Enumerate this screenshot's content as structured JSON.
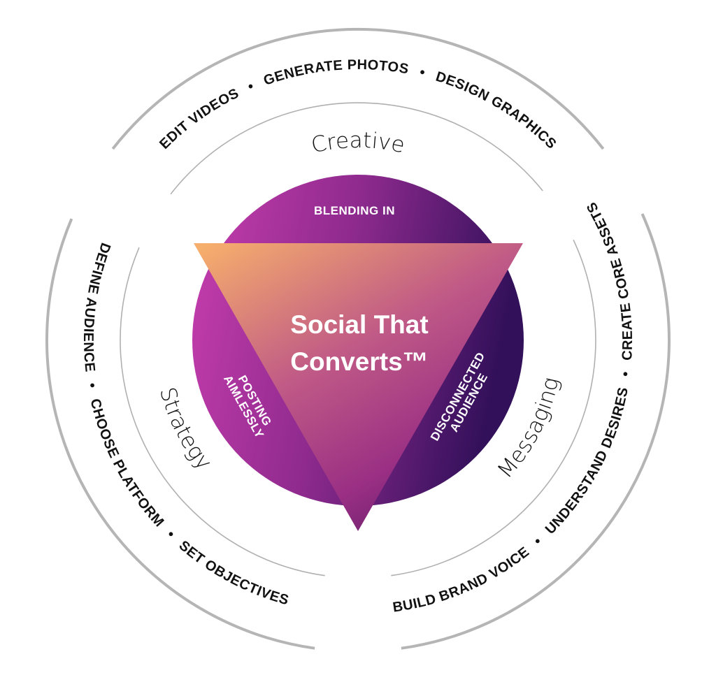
{
  "title": {
    "line1": "Social That",
    "line2": "Converts™"
  },
  "core_problems": {
    "top": "BLENDING IN",
    "left": [
      "POSTING",
      "AIMLESSLY"
    ],
    "right": [
      "DISCONNECTED",
      "AUDIENCE"
    ]
  },
  "rings": {
    "creative": {
      "label": "Creative",
      "items": [
        "EDIT VIDEOS",
        "GENERATE PHOTOS",
        "DESIGN GRAPHICS"
      ]
    },
    "strategy": {
      "label": "Strategy",
      "items": [
        "DEFINE AUDIENCE",
        "CHOOSE PLATFORM",
        "SET OBJECTIVES"
      ]
    },
    "messaging": {
      "label": "Messaging",
      "items": [
        "BUILD BRAND VOICE",
        "UNDERSTAND DESIRES",
        "CREATE CORE ASSETS"
      ]
    }
  },
  "separator": "•",
  "colors": {
    "circle_left": "#c23ca9",
    "circle_right": "#3a1362",
    "triangle_top": "#f6ae6c",
    "triangle_mid": "#b9457f",
    "triangle_bottom": "#6b1f6e",
    "ring_stroke": "#b5b5b5"
  }
}
